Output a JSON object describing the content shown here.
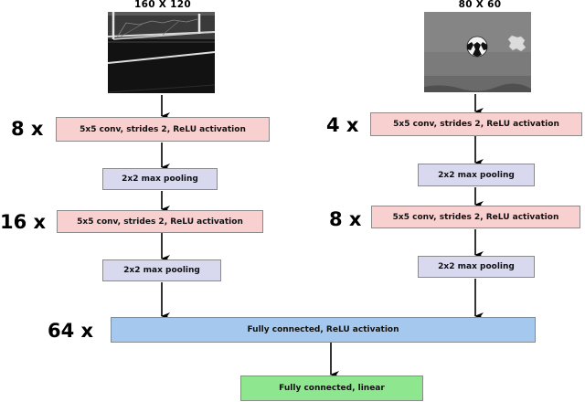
{
  "left_input": {
    "title": "160 X 120"
  },
  "right_input": {
    "title": "80 X 60"
  },
  "left_stack": {
    "mult1": "8 x",
    "conv1": "5x5 conv, strides 2, ReLU activation",
    "pool1": "2x2 max pooling",
    "mult2": "16 x",
    "conv2": "5x5 conv, strides 2, ReLU activation",
    "pool2": "2x2 max pooling"
  },
  "right_stack": {
    "mult1": "4 x",
    "conv1": "5x5 conv, strides 2, ReLU activation",
    "pool1": "2x2 max pooling",
    "mult2": "8 x",
    "conv2": "5x5 conv, strides 2, ReLU activation",
    "pool2": "2x2 max pooling"
  },
  "fc": {
    "mult": "64 x",
    "label": "Fully connected, ReLU activation"
  },
  "output": {
    "label": "Fully connected, linear"
  },
  "colors": {
    "conv": "#f8d0d0",
    "pool": "#d8d8ee",
    "fc": "#a5c8ee",
    "linear": "#8ee68e"
  }
}
